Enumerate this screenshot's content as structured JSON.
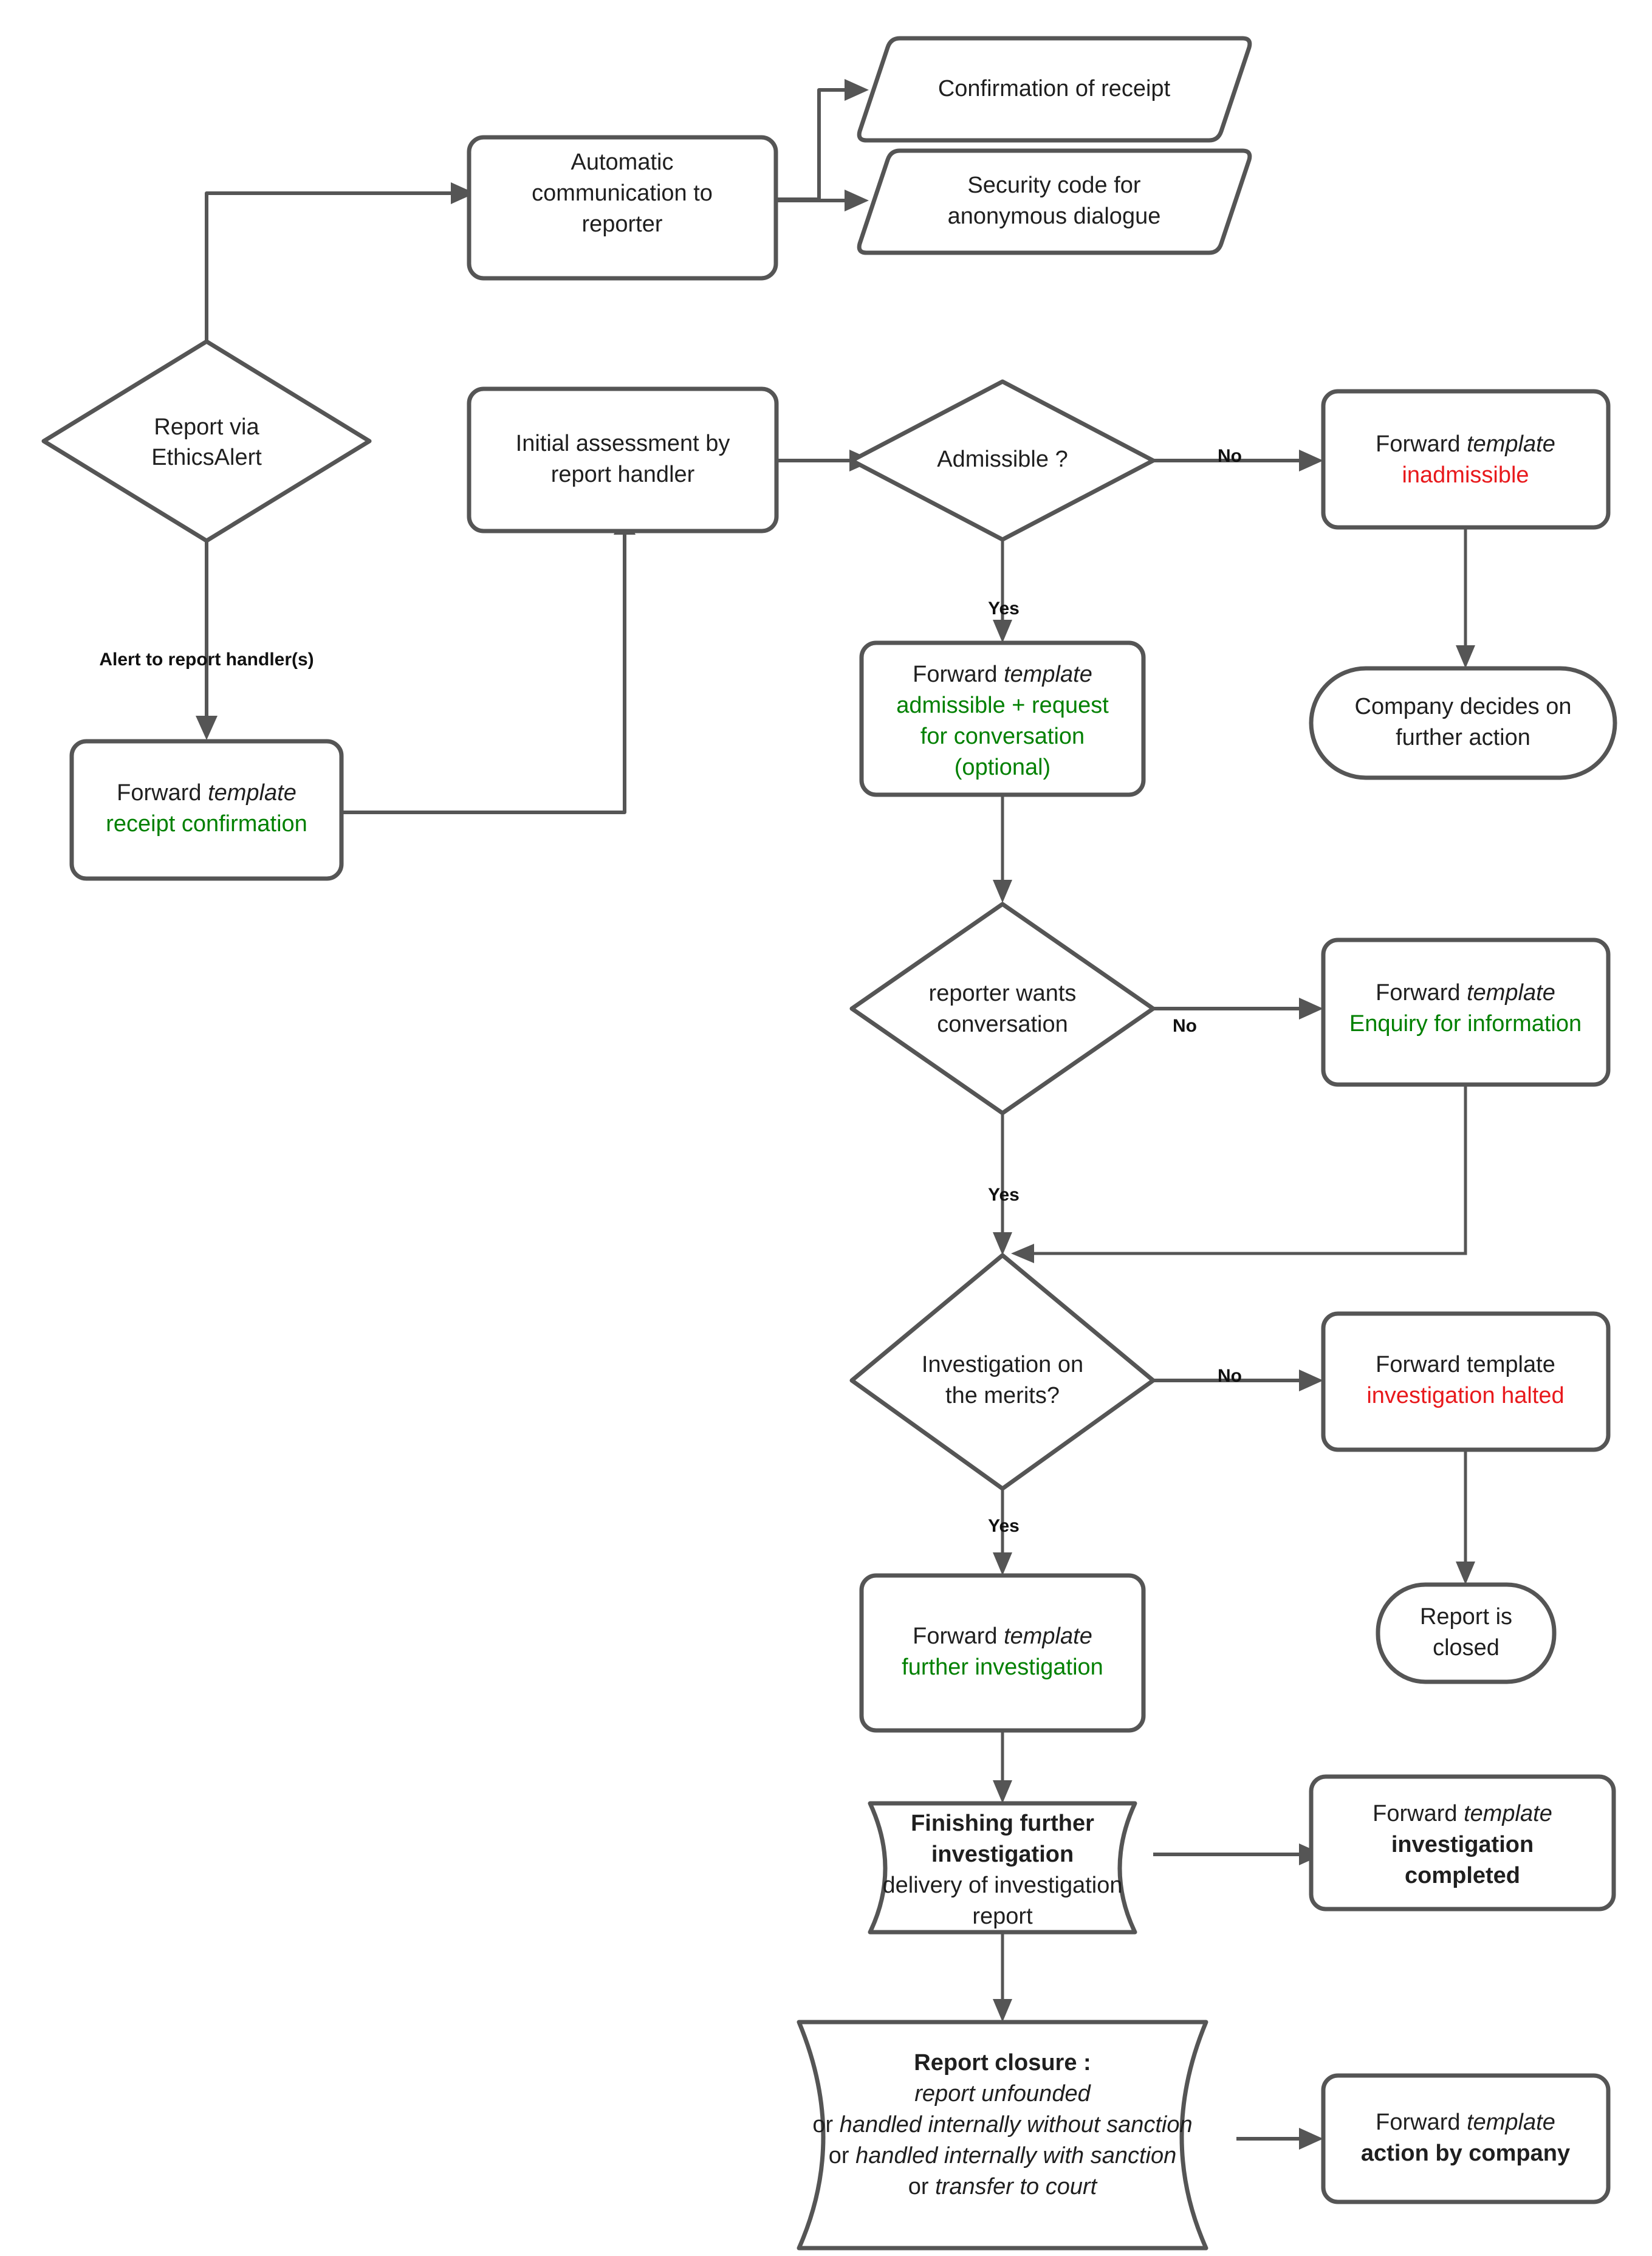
{
  "diagram": {
    "title": "EthicsAlert report handling flowchart",
    "colors": {
      "stroke": "#555555",
      "text": "#1f1f1f",
      "green": "#008000",
      "red": "#e8191c",
      "background": "#ffffff"
    },
    "nodes": [
      {
        "id": "automatic-communication",
        "shape": "rounded-rect",
        "lines": [
          {
            "segments": [
              {
                "text": "Automatic",
                "style": "normal"
              }
            ]
          },
          {
            "segments": [
              {
                "text": "communication to",
                "style": "normal"
              }
            ]
          },
          {
            "segments": [
              {
                "text": "reporter",
                "style": "normal"
              }
            ]
          }
        ]
      },
      {
        "id": "confirmation-of-receipt",
        "shape": "parallelogram",
        "lines": [
          {
            "segments": [
              {
                "text": "Confirmation of receipt",
                "style": "normal"
              }
            ]
          }
        ]
      },
      {
        "id": "security-code",
        "shape": "parallelogram",
        "lines": [
          {
            "segments": [
              {
                "text": "Security code for",
                "style": "normal"
              }
            ]
          },
          {
            "segments": [
              {
                "text": "anonymous dialogue",
                "style": "normal"
              }
            ]
          }
        ]
      },
      {
        "id": "report-via-ethicsalert",
        "shape": "diamond",
        "lines": [
          {
            "segments": [
              {
                "text": "Report via",
                "style": "normal"
              }
            ]
          },
          {
            "segments": [
              {
                "text": "EthicsAlert",
                "style": "normal"
              }
            ]
          }
        ]
      },
      {
        "id": "receipt-confirmation",
        "shape": "rounded-rect",
        "lines": [
          {
            "segments": [
              {
                "text": "Forward ",
                "style": "normal"
              },
              {
                "text": "template",
                "style": "italic"
              }
            ]
          },
          {
            "segments": [
              {
                "text": "receipt confirmation",
                "style": "green"
              }
            ]
          }
        ]
      },
      {
        "id": "initial-assessment",
        "shape": "rounded-rect",
        "lines": [
          {
            "segments": [
              {
                "text": "Initial assessment by",
                "style": "normal"
              }
            ]
          },
          {
            "segments": [
              {
                "text": "report handler",
                "style": "normal"
              }
            ]
          }
        ]
      },
      {
        "id": "admissible",
        "shape": "diamond",
        "lines": [
          {
            "segments": [
              {
                "text": "Admissible ?",
                "style": "normal"
              }
            ]
          }
        ]
      },
      {
        "id": "template-inadmissible",
        "shape": "rounded-rect",
        "lines": [
          {
            "segments": [
              {
                "text": "Forward ",
                "style": "normal"
              },
              {
                "text": "template",
                "style": "italic"
              }
            ]
          },
          {
            "segments": [
              {
                "text": "inadmissible",
                "style": "red"
              }
            ]
          }
        ]
      },
      {
        "id": "company-decides",
        "shape": "stadium",
        "lines": [
          {
            "segments": [
              {
                "text": "Company decides on",
                "style": "normal"
              }
            ]
          },
          {
            "segments": [
              {
                "text": "further action",
                "style": "normal"
              }
            ]
          }
        ]
      },
      {
        "id": "template-admissible",
        "shape": "rounded-rect",
        "lines": [
          {
            "segments": [
              {
                "text": "Forward ",
                "style": "normal"
              },
              {
                "text": "template",
                "style": "italic"
              }
            ]
          },
          {
            "segments": [
              {
                "text": "admissible + request",
                "style": "green"
              }
            ]
          },
          {
            "segments": [
              {
                "text": "for conversation",
                "style": "green"
              }
            ]
          },
          {
            "segments": [
              {
                "text": "(optional)",
                "style": "green"
              }
            ]
          }
        ]
      },
      {
        "id": "reporter-wants-conversation",
        "shape": "diamond",
        "lines": [
          {
            "segments": [
              {
                "text": "reporter wants",
                "style": "normal"
              }
            ]
          },
          {
            "segments": [
              {
                "text": "conversation",
                "style": "normal"
              }
            ]
          }
        ]
      },
      {
        "id": "template-enquiry",
        "shape": "rounded-rect",
        "lines": [
          {
            "segments": [
              {
                "text": "Forward ",
                "style": "normal"
              },
              {
                "text": "template",
                "style": "italic"
              }
            ]
          },
          {
            "segments": [
              {
                "text": "Enquiry for information",
                "style": "green"
              }
            ]
          }
        ]
      },
      {
        "id": "investigation-on-merits",
        "shape": "diamond",
        "lines": [
          {
            "segments": [
              {
                "text": "Investigation on",
                "style": "normal"
              }
            ]
          },
          {
            "segments": [
              {
                "text": "the merits?",
                "style": "normal"
              }
            ]
          }
        ]
      },
      {
        "id": "template-investigation-halted",
        "shape": "rounded-rect",
        "lines": [
          {
            "segments": [
              {
                "text": "Forward template",
                "style": "normal"
              }
            ]
          },
          {
            "segments": [
              {
                "text": "investigation halted",
                "style": "red"
              }
            ]
          }
        ]
      },
      {
        "id": "report-is-closed",
        "shape": "stadium",
        "lines": [
          {
            "segments": [
              {
                "text": "Report is",
                "style": "normal"
              }
            ]
          },
          {
            "segments": [
              {
                "text": "closed",
                "style": "normal"
              }
            ]
          }
        ]
      },
      {
        "id": "template-further-investigation",
        "shape": "rounded-rect",
        "lines": [
          {
            "segments": [
              {
                "text": "Forward ",
                "style": "normal"
              },
              {
                "text": "template",
                "style": "italic"
              }
            ]
          },
          {
            "segments": [
              {
                "text": "further investigation",
                "style": "green"
              }
            ]
          }
        ]
      },
      {
        "id": "finishing-further-investigation",
        "shape": "barrel",
        "lines": [
          {
            "segments": [
              {
                "text": "Finishing further",
                "style": "bold"
              }
            ]
          },
          {
            "segments": [
              {
                "text": "investigation",
                "style": "bold"
              }
            ]
          },
          {
            "segments": [
              {
                "text": "delivery of investigation",
                "style": "normal"
              }
            ]
          },
          {
            "segments": [
              {
                "text": "report",
                "style": "normal"
              }
            ]
          }
        ]
      },
      {
        "id": "template-investigation-completed",
        "shape": "rounded-rect",
        "lines": [
          {
            "segments": [
              {
                "text": "Forward ",
                "style": "normal"
              },
              {
                "text": "template",
                "style": "italic"
              }
            ]
          },
          {
            "segments": [
              {
                "text": "investigation",
                "style": "bold"
              }
            ]
          },
          {
            "segments": [
              {
                "text": "completed",
                "style": "bold"
              }
            ]
          }
        ]
      },
      {
        "id": "report-closure",
        "shape": "barrel",
        "lines": [
          {
            "segments": [
              {
                "text": "Report closure",
                "style": "bold"
              },
              {
                "text": " :",
                "style": "bold"
              }
            ]
          },
          {
            "segments": [
              {
                "text": "report unfounded",
                "style": "italic"
              }
            ]
          },
          {
            "segments": [
              {
                "text": "or ",
                "style": "normal"
              },
              {
                "text": "handled internally without sanction",
                "style": "italic"
              }
            ]
          },
          {
            "segments": [
              {
                "text": "or ",
                "style": "normal"
              },
              {
                "text": "handled internally with sanction",
                "style": "italic"
              }
            ]
          },
          {
            "segments": [
              {
                "text": "or ",
                "style": "normal"
              },
              {
                "text": "transfer to court",
                "style": "italic"
              }
            ]
          }
        ]
      },
      {
        "id": "template-action-by-company",
        "shape": "rounded-rect",
        "lines": [
          {
            "segments": [
              {
                "text": "Forward ",
                "style": "normal"
              },
              {
                "text": "template",
                "style": "italic"
              }
            ]
          },
          {
            "segments": [
              {
                "text": "action by company",
                "style": "bold"
              }
            ]
          }
        ]
      }
    ],
    "edge_labels": [
      {
        "id": "alert-to-report-handlers",
        "text": "Alert to report handler(s)"
      },
      {
        "id": "admissible-no",
        "text": "No"
      },
      {
        "id": "admissible-yes",
        "text": "Yes"
      },
      {
        "id": "conversation-no",
        "text": "No"
      },
      {
        "id": "conversation-yes",
        "text": "Yes"
      },
      {
        "id": "merits-no",
        "text": "No"
      },
      {
        "id": "merits-yes",
        "text": "Yes"
      }
    ]
  }
}
